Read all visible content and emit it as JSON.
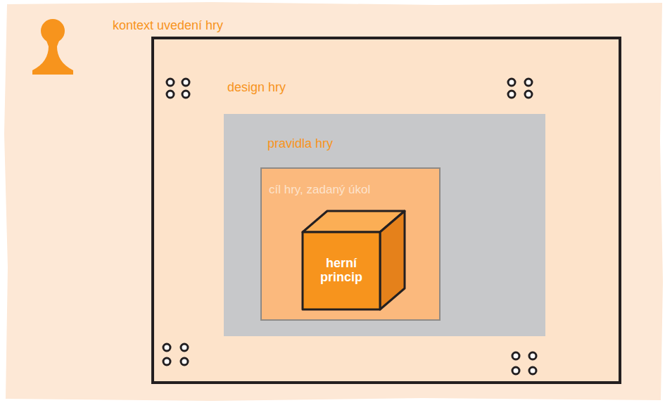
{
  "diagram": {
    "nodes": [
      {
        "text": [
          "kontext uvedení hry"
        ]
      },
      {
        "text": [
          "design hry"
        ],
        "in": 0
      },
      {
        "text": [
          "pravidla hry"
        ],
        "in": 1
      },
      {
        "text": [
          "cíl hry, zadaný úkol"
        ],
        "in": 2
      },
      {
        "text": [
          "herní princip"
        ],
        "in": 3
      }
    ]
  }
}
